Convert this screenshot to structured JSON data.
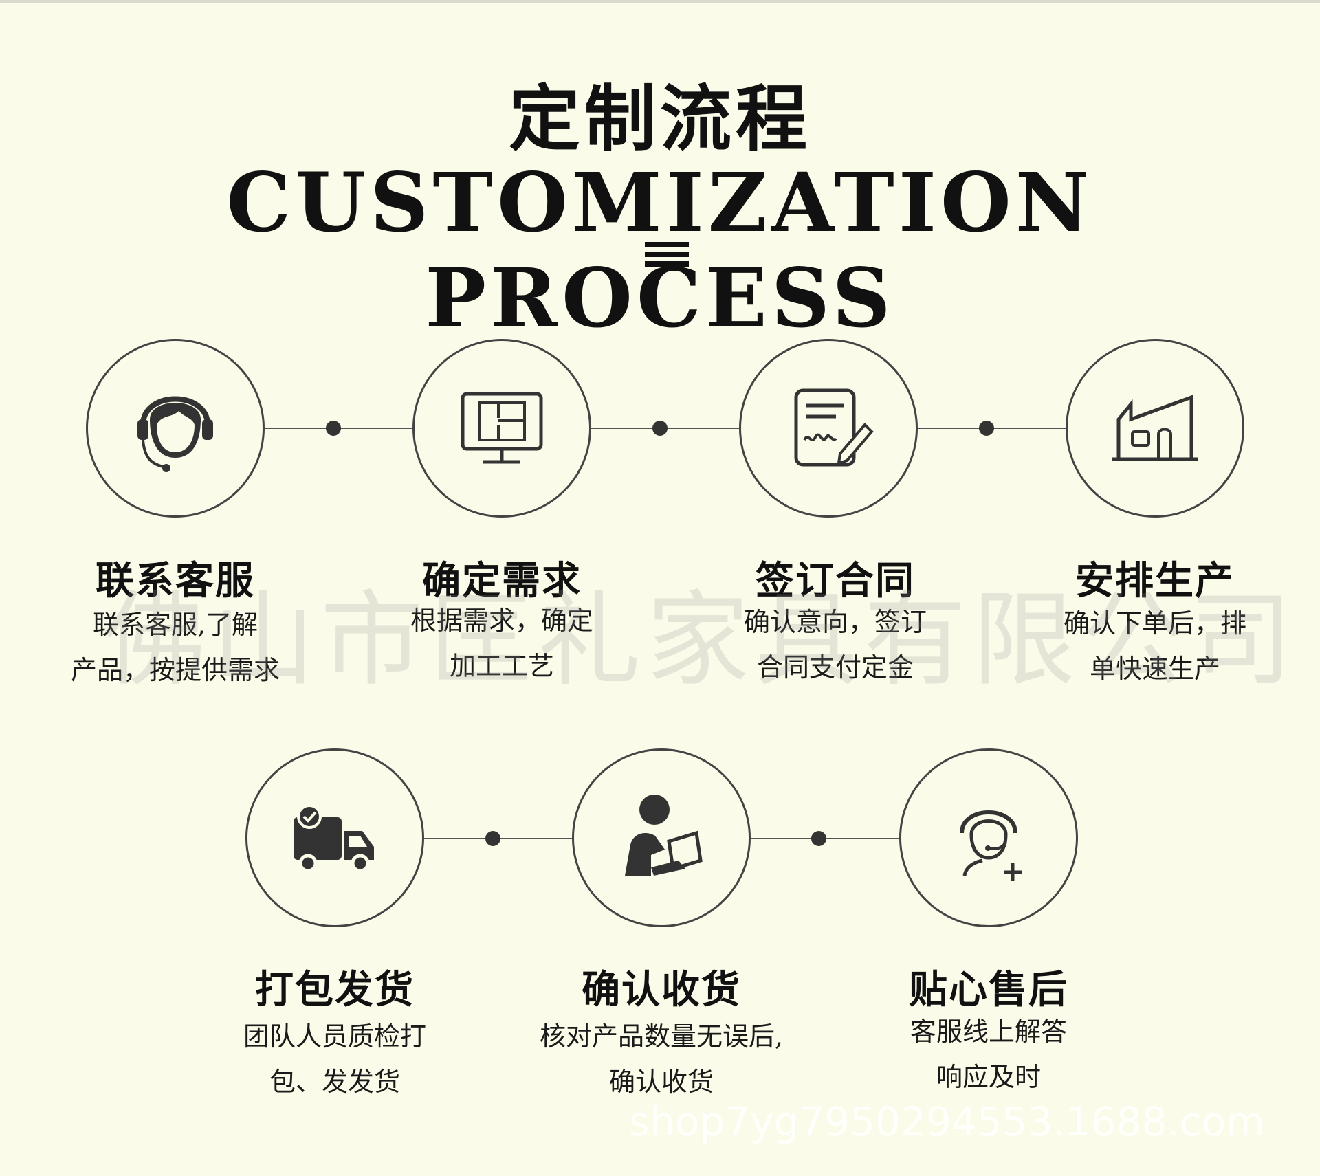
{
  "header": {
    "title_cn": "定制流程",
    "title_en": "CUSTOMIZATION PROCESS"
  },
  "watermarks": {
    "company": "佛山市匡礼家具有限公司",
    "url": "shop7yg7950294553.1688.com"
  },
  "steps": [
    {
      "title": "联系客服",
      "desc_line1": "联系客服,了解",
      "desc_line2": "产品，按提供需求",
      "icon": "headset-agent-icon"
    },
    {
      "title": "确定需求",
      "desc_line1": "根据需求，确定",
      "desc_line2": "加工工艺",
      "icon": "monitor-floorplan-icon"
    },
    {
      "title": "签订合同",
      "desc_line1": "确认意向，签订",
      "desc_line2": "合同支付定金",
      "icon": "contract-sign-icon"
    },
    {
      "title": "安排生产",
      "desc_line1": "确认下单后，排",
      "desc_line2": "单快速生产",
      "icon": "factory-icon"
    },
    {
      "title": "打包发货",
      "desc_line1": "团队人员质检打",
      "desc_line2": "包、发发货",
      "icon": "delivery-truck-icon"
    },
    {
      "title": "确认收货",
      "desc_line1": "核对产品数量无误后,",
      "desc_line2": "确认收货",
      "icon": "person-signing-icon"
    },
    {
      "title": "贴心售后",
      "desc_line1": "客服线上解答",
      "desc_line2": "响应及时",
      "icon": "support-agent-plus-icon"
    }
  ]
}
